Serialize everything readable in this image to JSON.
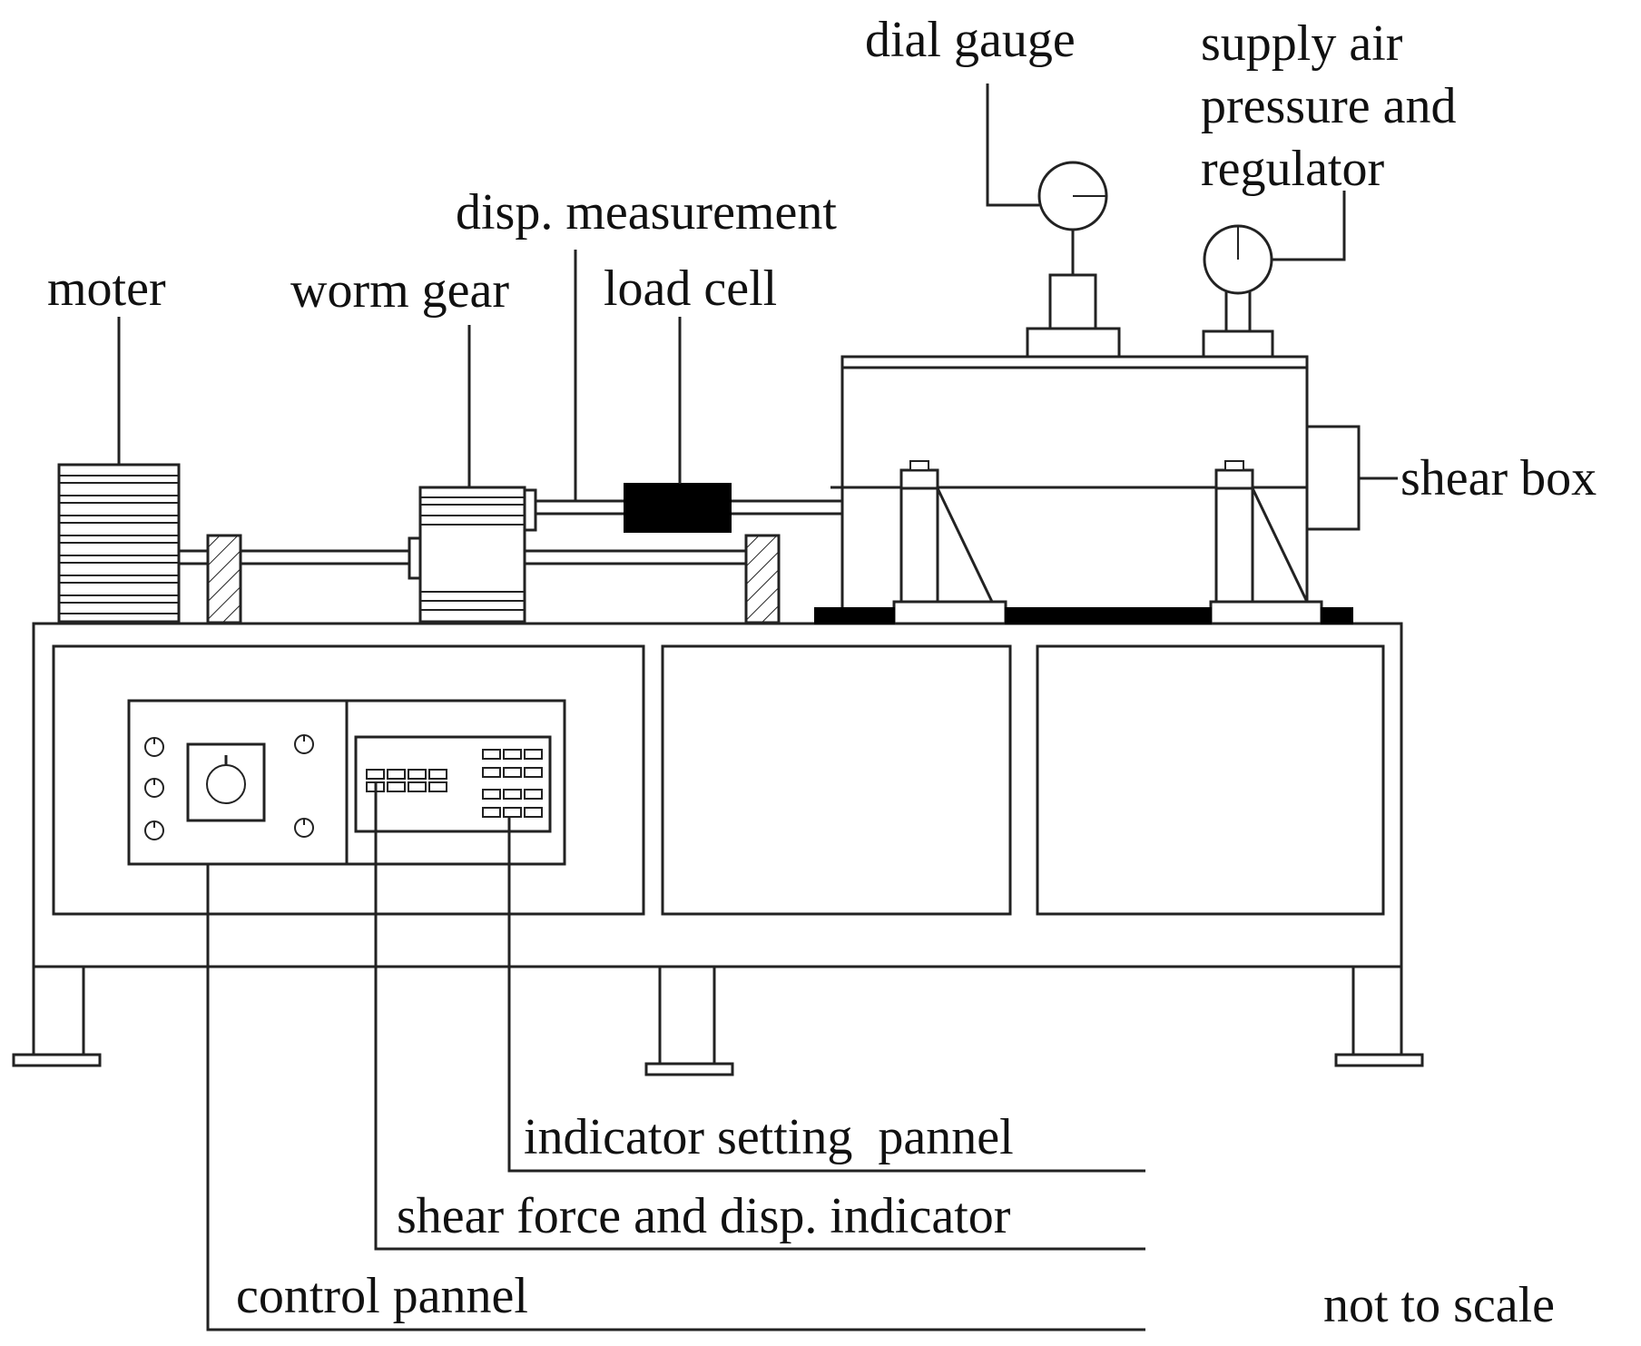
{
  "labels": {
    "moter": "moter",
    "worm_gear": "worm gear",
    "disp_measurement": "disp. measurement",
    "load_cell": "load cell",
    "dial_gauge": "dial gauge",
    "supply_air_1": "supply air",
    "supply_air_2": "pressure and",
    "supply_air_3": "regulator",
    "shear_box": "shear box",
    "indicator_setting_pannel": "indicator setting  pannel",
    "shear_force_indicator": "shear force and disp. indicator",
    "control_pannel": "control pannel",
    "not_to_scale": "not to scale"
  },
  "colors": {
    "line": "#222222",
    "solid": "#000000",
    "background": "#ffffff"
  }
}
